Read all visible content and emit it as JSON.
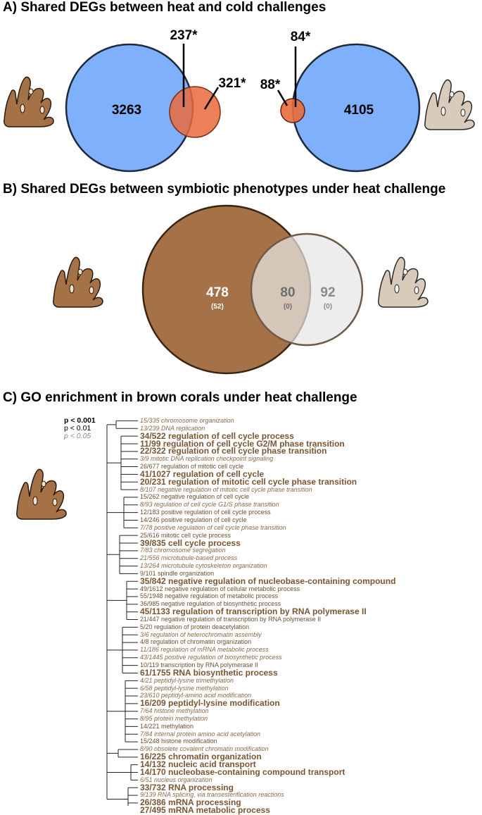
{
  "panel_a": {
    "title": "A) Shared DEGs between heat and cold challenges",
    "left": {
      "big_count": "3263",
      "overlap_label": "237*",
      "small_label": "321*"
    },
    "right": {
      "big_count": "4105",
      "overlap_label": "84*",
      "small_label": "88*"
    }
  },
  "panel_b": {
    "title": "B) Shared DEGs between symbiotic phenotypes under heat challenge",
    "brown": {
      "count": "478",
      "sub": "(52)"
    },
    "shared": {
      "count": "80",
      "sub": "(0)"
    },
    "white": {
      "count": "92",
      "sub": "(0)"
    }
  },
  "panel_c": {
    "title": "C) GO enrichment in brown corals under heat challenge",
    "legend": [
      "p < 0.001",
      "p < 0.01",
      "p < 0.05"
    ],
    "terms": [
      {
        "text": "15/335 chromosome organization",
        "sig": 1
      },
      {
        "text": "13/239 DNA replication",
        "sig": 1
      },
      {
        "text": "34/522 regulation of cell cycle process",
        "sig": 3
      },
      {
        "text": "11/99 regulation of cell cycle G2/M phase transition",
        "sig": 3
      },
      {
        "text": "22/322 regulation of cell cycle phase transition",
        "sig": 3
      },
      {
        "text": "3/9 mitotic DNA replication checkpoint signaling",
        "sig": 1
      },
      {
        "text": "26/677 regulation of mitotic cell cycle",
        "sig": 2
      },
      {
        "text": "41/1027 regulation of cell cycle",
        "sig": 3
      },
      {
        "text": "20/231 regulation of mitotic cell cycle phase transition",
        "sig": 3
      },
      {
        "text": "8/107 negative regulation of mitotic cell cycle phase transition",
        "sig": 1
      },
      {
        "text": "15/262 negative regulation of cell cycle",
        "sig": 2
      },
      {
        "text": "8/93 regulation of cell cycle G1/S phase transition",
        "sig": 1
      },
      {
        "text": "12/183 positive regulation of cell cycle process",
        "sig": 2
      },
      {
        "text": "14/246 positive regulation of cell cycle",
        "sig": 2
      },
      {
        "text": "7/78 positive regulation of cell cycle phase transition",
        "sig": 1
      },
      {
        "text": "25/616 mitotic cell cycle process",
        "sig": 2
      },
      {
        "text": "39/835 cell cycle process",
        "sig": 3
      },
      {
        "text": "7/83 chromosome segregation",
        "sig": 1
      },
      {
        "text": "21/556 microtubule-based process",
        "sig": 1
      },
      {
        "text": "13/264 microtubule cytoskeleton organization",
        "sig": 1
      },
      {
        "text": "9/101 spindle organization",
        "sig": 2
      },
      {
        "text": "35/842 negative regulation of nucleobase-containing compound",
        "sig": 3
      },
      {
        "text": "49/1612 negative regulation of cellular metabolic process",
        "sig": 2
      },
      {
        "text": "55/1948 negative regulation of metabolic process",
        "sig": 2
      },
      {
        "text": "36/985 negative regulation of biosynthetic process",
        "sig": 2
      },
      {
        "text": "45/1133 regulation of transcription by RNA polymerase II",
        "sig": 3
      },
      {
        "text": "21/447 negative regulation of transcription by RNA polymerase II",
        "sig": 2
      },
      {
        "text": "5/20 regulation of protein deacetylation",
        "sig": 2
      },
      {
        "text": "3/6 regulation of heterochromatin assembly",
        "sig": 1
      },
      {
        "text": "4/8 regulation of chromatin organization",
        "sig": 2
      },
      {
        "text": "11/186 regulation of mRNA metabolic process",
        "sig": 1
      },
      {
        "text": "43/1445 positive regulation of biosynthetic process",
        "sig": 1
      },
      {
        "text": "10/119 transcription by RNA polymerase II",
        "sig": 2
      },
      {
        "text": "61/1755 RNA biosynthetic process",
        "sig": 3
      },
      {
        "text": "4/21 peptidyl-lysine trimethylation",
        "sig": 1
      },
      {
        "text": "6/58 peptidyl-lysine methylation",
        "sig": 1
      },
      {
        "text": "23/610 peptidyl-amino acid modification",
        "sig": 1
      },
      {
        "text": "16/209 peptidyl-lysine modification",
        "sig": 3
      },
      {
        "text": "7/64 histone methylation",
        "sig": 1
      },
      {
        "text": "8/95 protein methylation",
        "sig": 1
      },
      {
        "text": "14/221 methylation",
        "sig": 2
      },
      {
        "text": "7/84 internal protein amino acid acetylation",
        "sig": 1
      },
      {
        "text": "15/248 histone modification",
        "sig": 2
      },
      {
        "text": "8/90 obsolete covalent chromatin modification",
        "sig": 1
      },
      {
        "text": "16/225 chromatin organization",
        "sig": 3
      },
      {
        "text": "14/132 nucleic acid transport",
        "sig": 3
      },
      {
        "text": "14/170 nucleobase-containing compound transport",
        "sig": 3
      },
      {
        "text": "6/51 nucleus organization",
        "sig": 1
      },
      {
        "text": "33/732 RNA processing",
        "sig": 3
      },
      {
        "text": "9/139 RNA splicing, via transesterification reactions",
        "sig": 1
      },
      {
        "text": "26/386 mRNA processing",
        "sig": 3
      },
      {
        "text": "27/495 mRNA metabolic process",
        "sig": 3
      }
    ]
  },
  "colors": {
    "heat_blue": "#7fb0fb",
    "cold_orange": "#e96b3c",
    "brown_coral": "#a57247",
    "white_coral": "#e6e6e6",
    "go_text": "#7b5532"
  },
  "icons": [
    "brown-coral-icon",
    "white-coral-icon"
  ]
}
